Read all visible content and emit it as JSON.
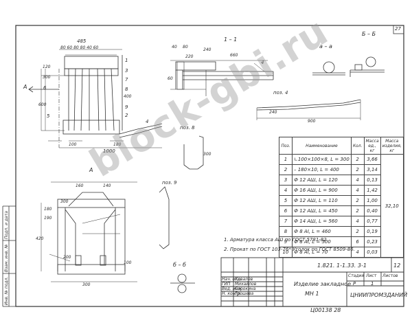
{
  "sheet": {
    "page_number": "27",
    "watermark": "block-gbi.ru",
    "bottom_code": "Ц00138 28",
    "side_labels": [
      "Подп. и дата",
      "Взам. инв. №",
      "Инв. № подл."
    ]
  },
  "views": {
    "main_view_dims": {
      "d_top": "485",
      "d_sub": "80 60 80 80 40 60",
      "d_120": "120",
      "d_300": "300",
      "d_600": "600",
      "d_400": "400",
      "d_100": "100",
      "d_180": "180",
      "d_1000": "1000",
      "marker_a": "A",
      "pos_6": "6",
      "pos_1": "1",
      "pos_3": "3",
      "pos_7": "7",
      "pos_8": "8",
      "pos_9": "9",
      "pos_2": "2",
      "pos_5": "5",
      "pos_4": "4"
    },
    "section_1_1": {
      "title": "1 – 1",
      "d_660": "660",
      "d_40": "40",
      "d_80": "80",
      "d_240": "240",
      "d_220": "220",
      "pos_4": "4",
      "d_60": "60"
    },
    "section_a_a": {
      "title": "а – а"
    },
    "section_b_b": {
      "title": "Б – Б"
    },
    "pos4_detail": {
      "title": "поз. 4",
      "d_240": "240",
      "d_900": "900"
    },
    "pos8_detail": {
      "title": "поз. 8",
      "d_300": "300"
    },
    "view_A": {
      "title": "А",
      "d_160": "160",
      "d_140": "140",
      "d_300": "300",
      "d_180": "180",
      "d_190": "190",
      "d_420": "420",
      "d_100": "100",
      "d_200": "200",
      "d_300b": "300"
    },
    "pos9_detail": {
      "title": "поз. 9"
    },
    "section_6_6": {
      "title": "б – б"
    }
  },
  "spec_table": {
    "headers": [
      "Поз.",
      "Наименование",
      "Кол.",
      "Масса ед., кг",
      "Масса изделия, кг"
    ],
    "rows": [
      {
        "pos": "1",
        "name": "∟100×100×8,  L = 300",
        "qty": "2",
        "mass": "3,66"
      },
      {
        "pos": "2",
        "name": "– 180×10,  L = 400",
        "qty": "2",
        "mass": "3,14"
      },
      {
        "pos": "3",
        "name": "Ф 12 АШ,  L = 120",
        "qty": "4",
        "mass": "0,13"
      },
      {
        "pos": "4",
        "name": "Ф 16 АШ,  L = 900",
        "qty": "4",
        "mass": "1,42"
      },
      {
        "pos": "5",
        "name": "Ф 12 АШ,  L = 110",
        "qty": "2",
        "mass": "1,00"
      },
      {
        "pos": "6",
        "name": "Ф 12 АШ,  L = 450",
        "qty": "2",
        "mass": "0,40"
      },
      {
        "pos": "7",
        "name": "Ф 14 АШ,  L = 560",
        "qty": "4",
        "mass": "0,77"
      },
      {
        "pos": "8",
        "name": "Ф 8 АI,  L = 460",
        "qty": "2",
        "mass": "0,19"
      },
      {
        "pos": "9",
        "name": "Ф 8 АI,  L = 500",
        "qty": "6",
        "mass": "0,23"
      },
      {
        "pos": "10",
        "name": "Ф 8 АI,  L = 70",
        "qty": "4",
        "mass": "0,03"
      }
    ],
    "total": "32,10"
  },
  "notes": [
    "1. Арматура класса АШ по ГОСТ 5781-82.",
    "2. Прокат по ГОСТ 103-76* Уголок по ГОСТ 8509-86."
  ],
  "title_block": {
    "doc_code": "1.821. 1-1.33. 3-1",
    "sheet_no": "12",
    "product_name": "Изделие закладное",
    "product_mark": "МН 1",
    "stage_label": "Стадия",
    "sheet_label": "Лист",
    "sheets_label": "Листов",
    "stage_value": "Р",
    "sheet_value": "1",
    "organization": "ЦНИИПРОМЗДАНИЙ",
    "people": [
      {
        "role": "Нач. отд.",
        "name": "Ковалёв"
      },
      {
        "role": "ГИП",
        "name": "Михайлов"
      },
      {
        "role": "Вед. инж.",
        "name": "Сорокина"
      },
      {
        "role": "Н. контр.",
        "name": "Грошева"
      }
    ]
  }
}
